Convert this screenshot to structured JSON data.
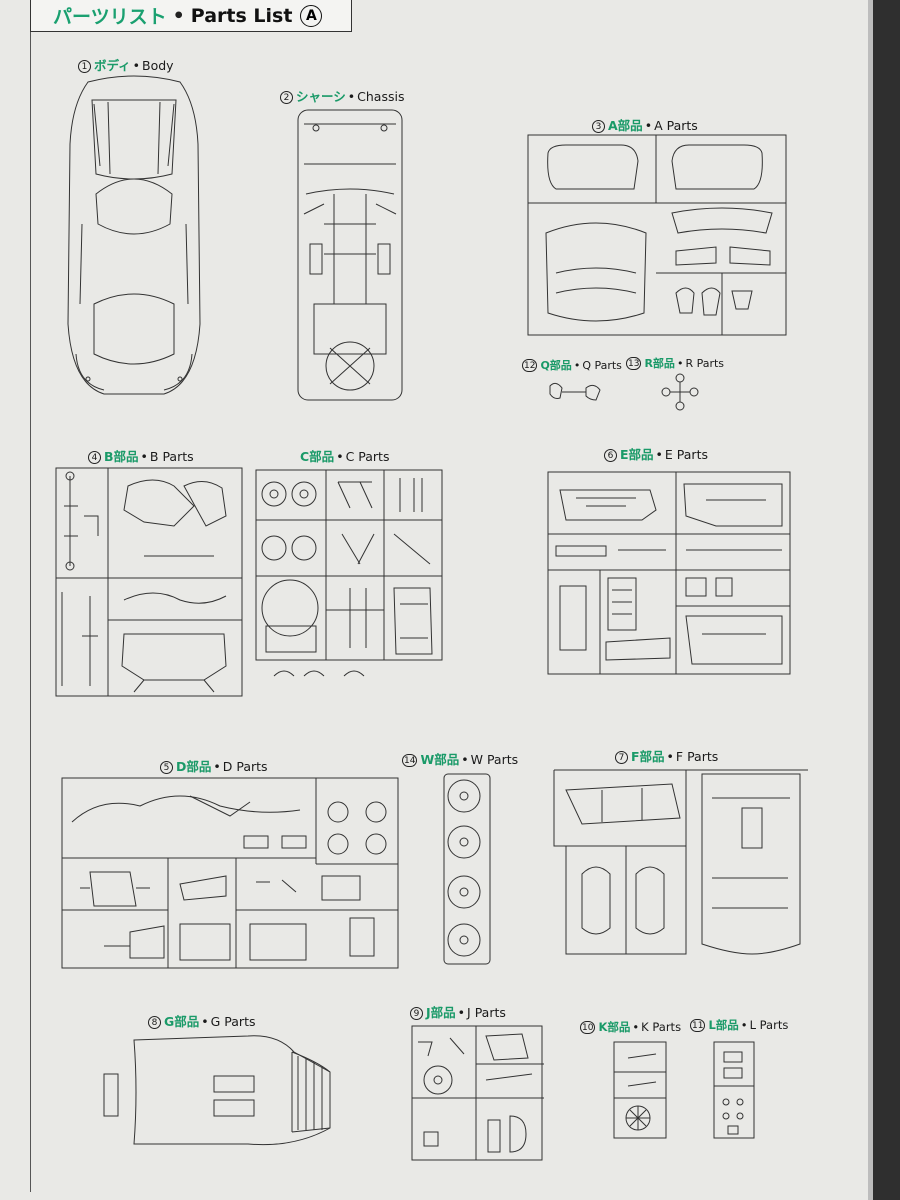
{
  "header": {
    "title_jp": "パーツリスト",
    "separator": "•",
    "title_en": "Parts List",
    "sheet_mark": "A"
  },
  "parts": [
    {
      "id": "body",
      "num": "1",
      "jp": "ボディ",
      "en": "Body"
    },
    {
      "id": "chassis",
      "num": "2",
      "jp": "シャーシ",
      "en": "Chassis"
    },
    {
      "id": "a",
      "num": "3",
      "jp": "A部品",
      "en": "A Parts"
    },
    {
      "id": "q",
      "num": "12",
      "jp": "Q部品",
      "en": "Q Parts"
    },
    {
      "id": "r",
      "num": "13",
      "jp": "R部品",
      "en": "R Parts"
    },
    {
      "id": "b",
      "num": "4",
      "jp": "B部品",
      "en": "B Parts"
    },
    {
      "id": "c",
      "num": "",
      "jp": "C部品",
      "en": "C Parts"
    },
    {
      "id": "e",
      "num": "6",
      "jp": "E部品",
      "en": "E Parts"
    },
    {
      "id": "d",
      "num": "5",
      "jp": "D部品",
      "en": "D Parts"
    },
    {
      "id": "w",
      "num": "14",
      "jp": "W部品",
      "en": "W Parts"
    },
    {
      "id": "f",
      "num": "7",
      "jp": "F部品",
      "en": "F Parts"
    },
    {
      "id": "g",
      "num": "8",
      "jp": "G部品",
      "en": "G Parts"
    },
    {
      "id": "j",
      "num": "9",
      "jp": "J部品",
      "en": "J Parts"
    },
    {
      "id": "k",
      "num": "10",
      "jp": "K部品",
      "en": "K Parts"
    },
    {
      "id": "l",
      "num": "11",
      "jp": "L部品",
      "en": "L Parts"
    }
  ]
}
